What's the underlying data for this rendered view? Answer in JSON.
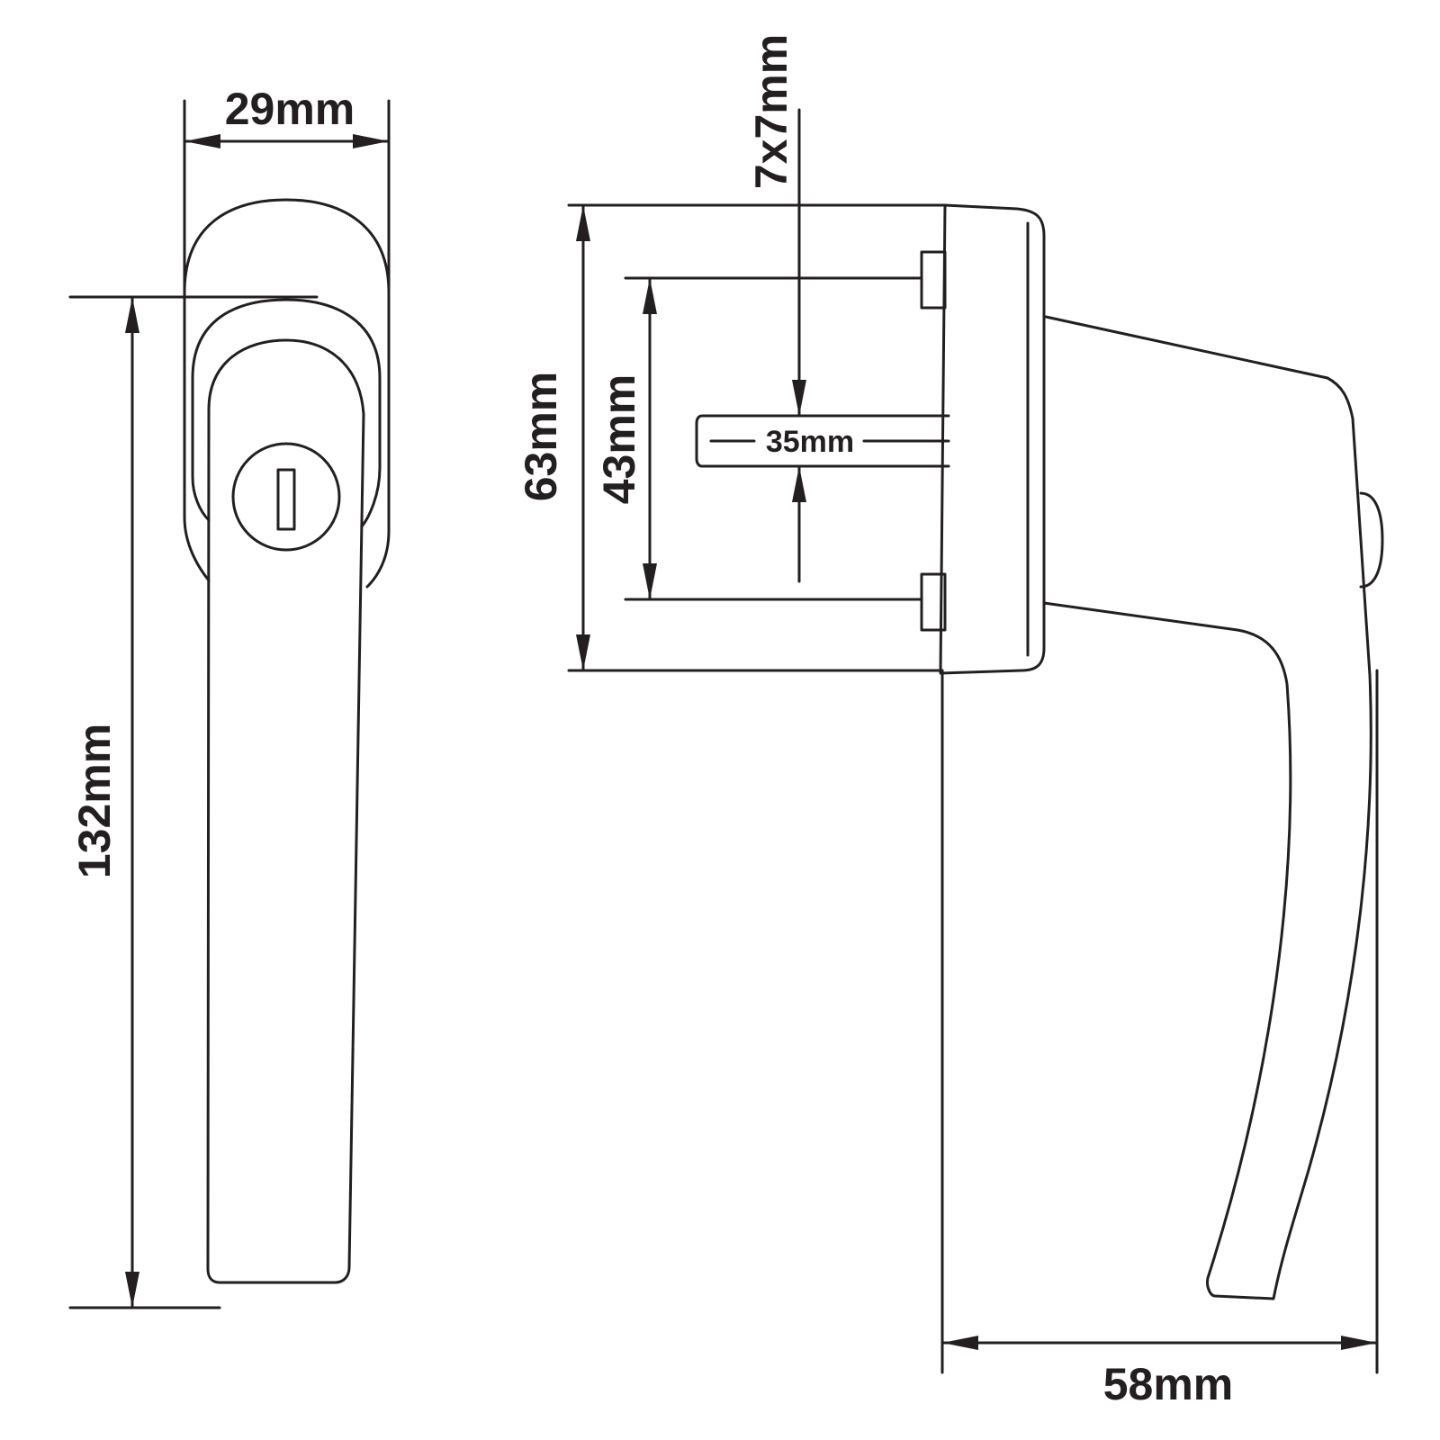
{
  "dimensions": {
    "front_width": "29mm",
    "front_height": "132mm",
    "side_height": "63mm",
    "screw_spacing": "43mm",
    "spindle_square": "7x7mm",
    "spindle_length": "35mm",
    "projection": "58mm"
  },
  "colors": {
    "line": "#231f20",
    "background": "#ffffff"
  }
}
